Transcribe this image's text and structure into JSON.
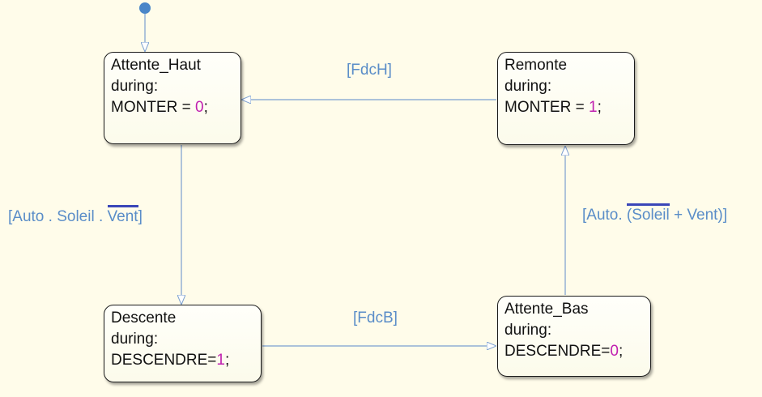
{
  "states": [
    {
      "id": "attente_haut",
      "name": "Attente_Haut",
      "during": "during:",
      "action_var": "MONTER = ",
      "action_val": "0",
      "action_end": ";"
    },
    {
      "id": "remonte",
      "name": "Remonte",
      "during": "during:",
      "action_var": "MONTER = ",
      "action_val": "1",
      "action_end": ";"
    },
    {
      "id": "descente",
      "name": "Descente",
      "during": "during:",
      "action_var": "DESCENDRE=",
      "action_val": "1",
      "action_end": ";"
    },
    {
      "id": "attente_bas",
      "name": "Attente_Bas",
      "during": "during:",
      "action_var": "DESCENDRE=",
      "action_val": "0",
      "action_end": ";"
    }
  ],
  "transitions": {
    "fdch": {
      "text": "[FdcH]"
    },
    "fdcb": {
      "text": "[FdcB]"
    },
    "to_descente": {
      "prefix": "[Auto . Soleil . ",
      "negated": "Vent",
      "suffix": "]"
    },
    "to_remonte": {
      "prefix": "[Auto. ",
      "negated": "(Soleil",
      "suffix": " + Vent)]"
    }
  },
  "colors": {
    "background": "#fffcea",
    "transition_line": "#7a9ed0",
    "label": "#5a8dc8",
    "number": "#c020b0",
    "overbar": "#3a46b8",
    "default_dot": "#4a86c8"
  }
}
